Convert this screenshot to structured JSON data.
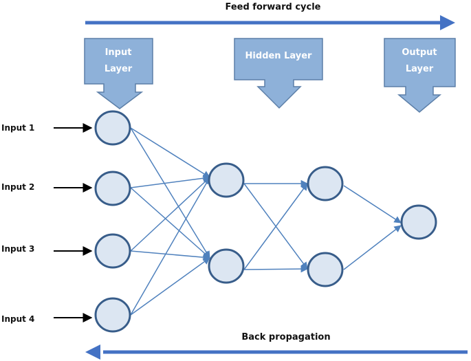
{
  "title": "Feed forward cycle",
  "bottom_label": "Back propagation",
  "layer_labels": {
    "input": [
      "Input",
      "Layer"
    ],
    "hidden": [
      "Hidden Layer"
    ],
    "output": [
      "Output",
      "Layer"
    ]
  },
  "inputs": [
    "Input 1",
    "Input 2",
    "Input 3",
    "Input 4"
  ],
  "colors": {
    "arrow_blue": "#4472C4",
    "node_fill": "#DCE6F2",
    "node_stroke": "#385D8A",
    "callout_fill": "#8EB1D9",
    "callout_stroke": "#5C7FA8",
    "text": "#111111",
    "edge": "#4F81BD"
  }
}
